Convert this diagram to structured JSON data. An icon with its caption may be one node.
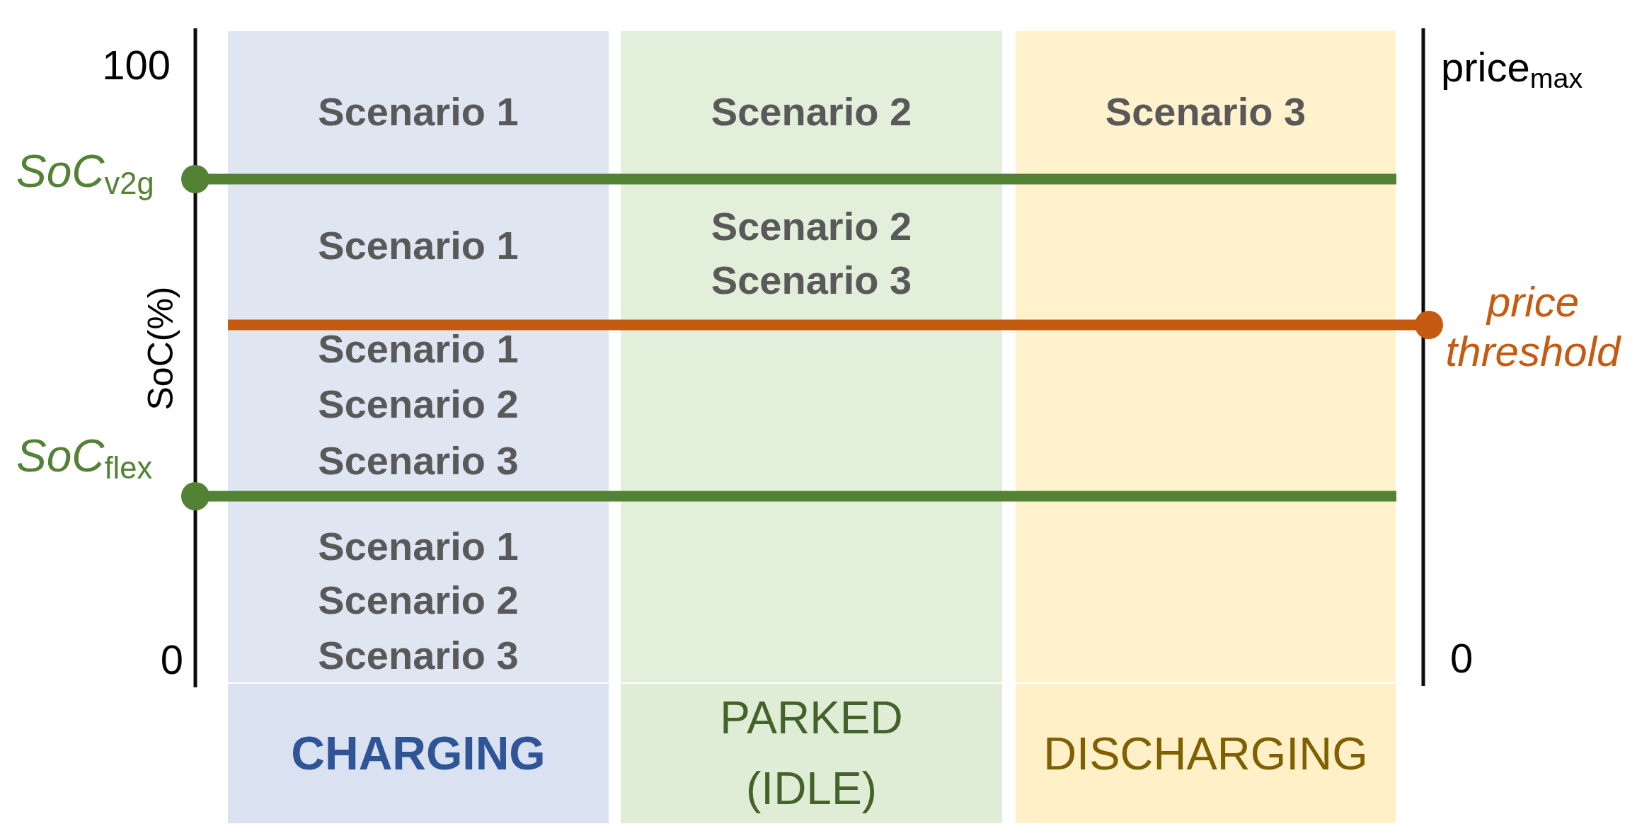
{
  "diagram": {
    "nodes": [
      {
        "text": [
          "Scenario 1",
          "Scenario 1",
          "Scenario 1",
          "Scenario 2",
          "Scenario 3",
          "Scenario 1",
          "Scenario 2",
          "Scenario 3"
        ]
      },
      {
        "text": [
          "CHARGING"
        ]
      },
      {
        "text": [
          "Scenario 2",
          "Scenario 2",
          "Scenario 3"
        ]
      },
      {
        "text": [
          "PARKED (IDLE)"
        ]
      },
      {
        "text": [
          "Scenario 3"
        ]
      },
      {
        "text": [
          "DISCHARGING"
        ]
      }
    ],
    "labels": [
      "100",
      "price$_{max}$",
      "*SoC*$_{v2g}$",
      "price threshold",
      "SoC(%)",
      "*SoC*$_{flex}$",
      "0",
      "0"
    ]
  }
}
